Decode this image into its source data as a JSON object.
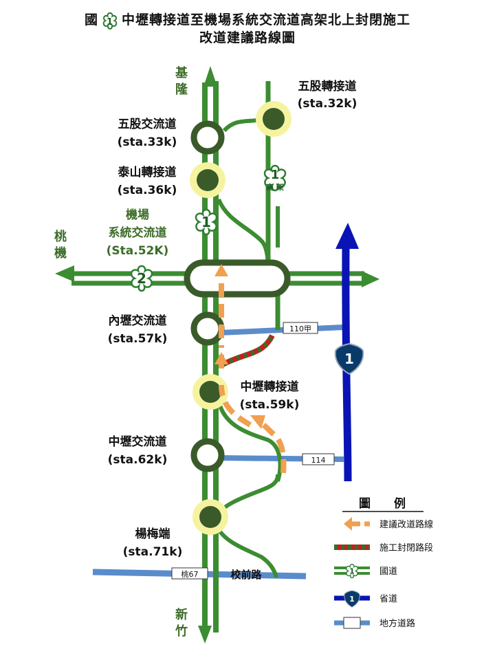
{
  "title": {
    "line1_prefix": "國",
    "badge": "1",
    "line1_suffix": "中壢轉接道至機場系統交流道高架北上封閉施工",
    "line2": "改道建議路線圖"
  },
  "directions": {
    "north": [
      "基",
      "隆"
    ],
    "south": [
      "新",
      "竹"
    ],
    "west": [
      "桃",
      "機"
    ]
  },
  "interchanges": [
    {
      "name": "五股轉接道",
      "sta": "(sta.32k)"
    },
    {
      "name": "五股交流道",
      "sta": "(sta.33k)"
    },
    {
      "name": "泰山轉接道",
      "sta": "(sta.36k)"
    },
    {
      "name": "機場",
      "name2": "系統交流道",
      "sta": "(Sta.52K)"
    },
    {
      "name": "內壢交流道",
      "sta": "(sta.57k)"
    },
    {
      "name": "中壢轉接道",
      "sta": "(sta.59k)"
    },
    {
      "name": "中壢交流道",
      "sta": "(sta.62k)"
    },
    {
      "name": "楊梅端",
      "sta": "(sta.71k)"
    }
  ],
  "shields": {
    "national_1": "1",
    "national_1_elevated": "1",
    "elevated_label": "高 架",
    "national_2": "2",
    "provincial_1": "1"
  },
  "local_roads": {
    "r110": "110甲",
    "r114": "114",
    "tao67": "桃67",
    "xiaoqian": "校前路"
  },
  "legend": {
    "title": "圖　　例",
    "items": [
      {
        "label": "建議改道路線"
      },
      {
        "label": "施工封閉路段"
      },
      {
        "label": "國道",
        "shield": "1"
      },
      {
        "label": "省道",
        "shield": "1"
      },
      {
        "label": "地方道路"
      }
    ]
  },
  "colors": {
    "freeway_green": "#3c8c32",
    "interchange_dark": "#3a5a2a",
    "junction_yellow": "#f6f3a0",
    "provincial_blue": "#0a14b4",
    "local_blue": "#5a8ccc",
    "detour_orange": "#f0a050",
    "closure_red": "#c81e1e",
    "closure_green": "#3c6c28"
  }
}
